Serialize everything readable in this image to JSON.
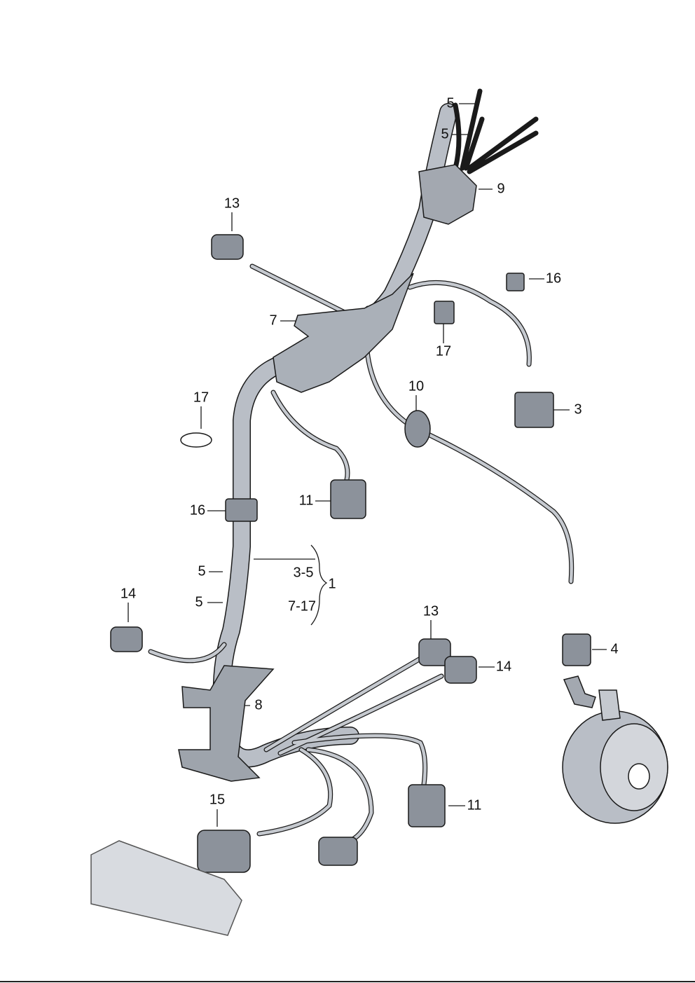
{
  "title": "Wiring harness for ABS parts diagram",
  "colors": {
    "harness": "#b9bec6",
    "outline": "#1a1a1a",
    "part": "#8c929b",
    "label": "#111111"
  },
  "callouts": [
    {
      "id": "c5a",
      "text": "5"
    },
    {
      "id": "c5b",
      "text": "5"
    },
    {
      "id": "c9",
      "text": "9"
    },
    {
      "id": "c13a",
      "text": "13"
    },
    {
      "id": "c16a",
      "text": "16"
    },
    {
      "id": "c7",
      "text": "7"
    },
    {
      "id": "c17a",
      "text": "17"
    },
    {
      "id": "c10",
      "text": "10"
    },
    {
      "id": "c3",
      "text": "3"
    },
    {
      "id": "c17b",
      "text": "17"
    },
    {
      "id": "c11a",
      "text": "11"
    },
    {
      "id": "c16b",
      "text": "16"
    },
    {
      "id": "c5c",
      "text": "5"
    },
    {
      "id": "c35",
      "text": "3-5"
    },
    {
      "id": "c1",
      "text": "1"
    },
    {
      "id": "c5d",
      "text": "5"
    },
    {
      "id": "c717",
      "text": "7-17"
    },
    {
      "id": "c14a",
      "text": "14"
    },
    {
      "id": "c13b",
      "text": "13"
    },
    {
      "id": "c14b",
      "text": "14"
    },
    {
      "id": "c4",
      "text": "4"
    },
    {
      "id": "c8",
      "text": "8"
    },
    {
      "id": "c15",
      "text": "15"
    },
    {
      "id": "c11b",
      "text": "11"
    }
  ]
}
